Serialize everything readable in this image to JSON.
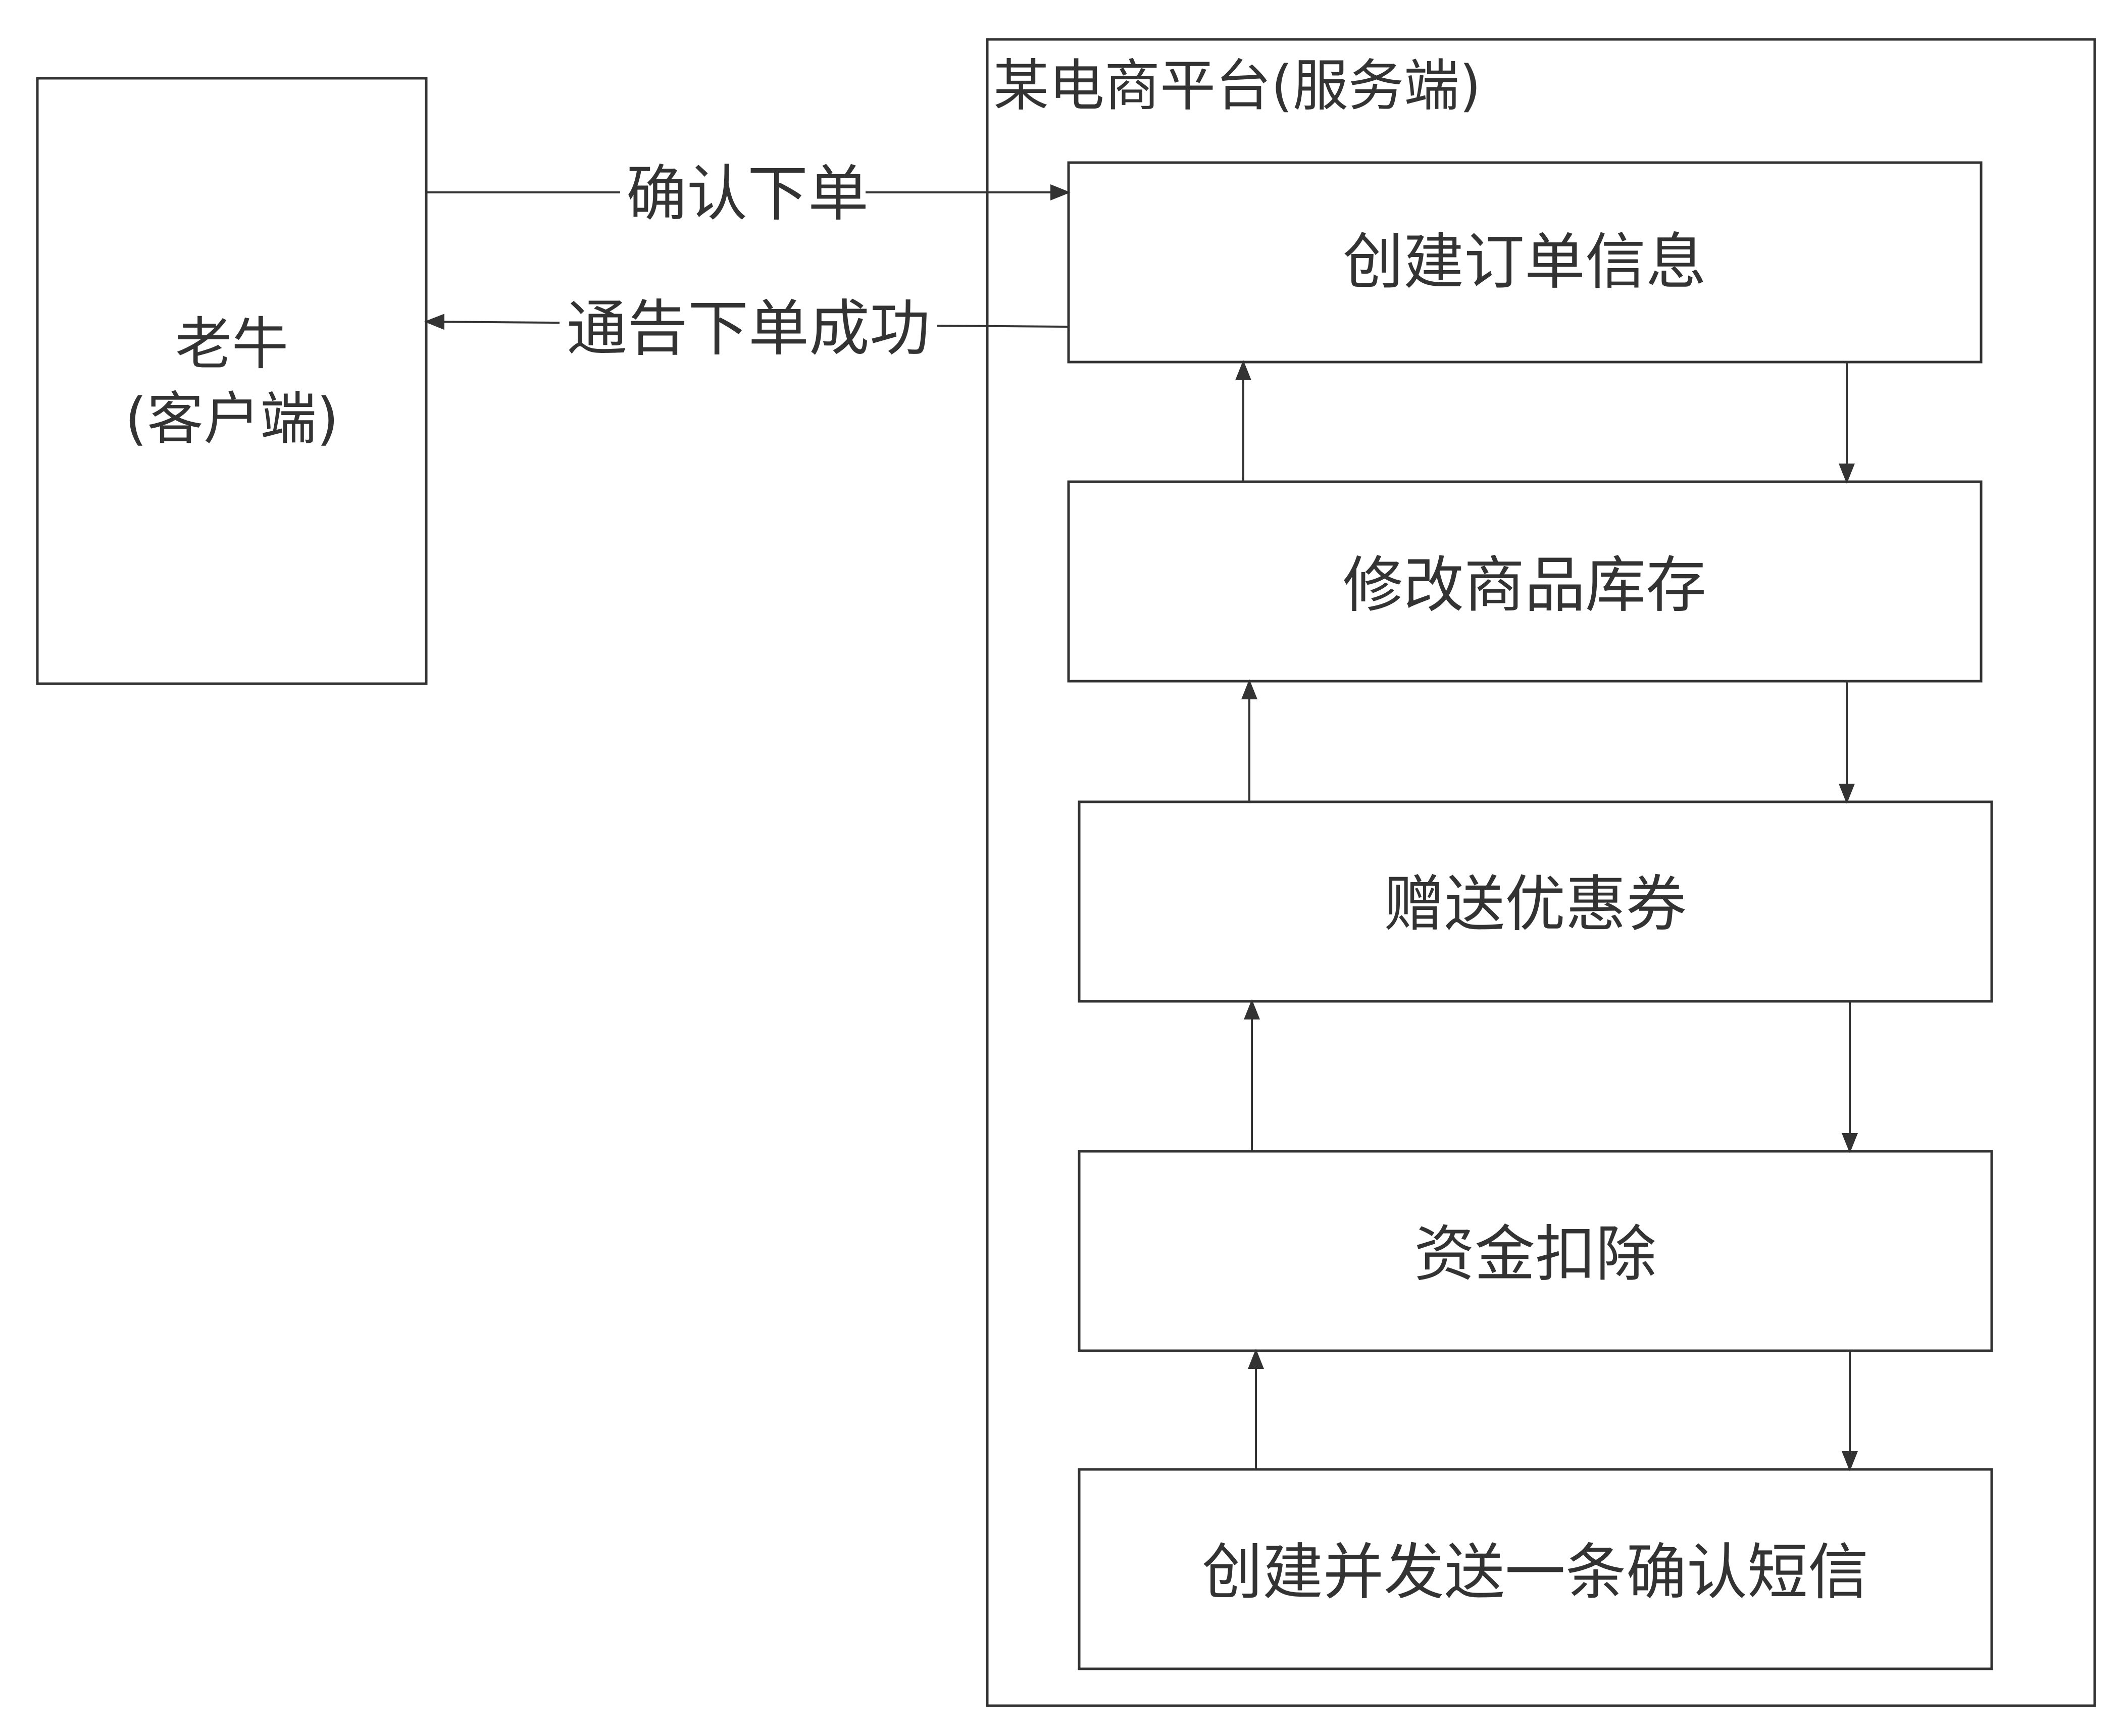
{
  "client": {
    "name": "老牛",
    "role": "(客户端)"
  },
  "server": {
    "title": "某电商平台(服务端)"
  },
  "steps": [
    {
      "label": "创建订单信息"
    },
    {
      "label": "修改商品库存"
    },
    {
      "label": "赠送优惠券"
    },
    {
      "label": "资金扣除"
    },
    {
      "label": "创建并发送一条确认短信"
    }
  ],
  "edges": {
    "request_label": "确认下单",
    "response_label": "通告下单成功"
  },
  "colors": {
    "stroke": "#333333",
    "text": "#333333",
    "background": "#ffffff"
  }
}
